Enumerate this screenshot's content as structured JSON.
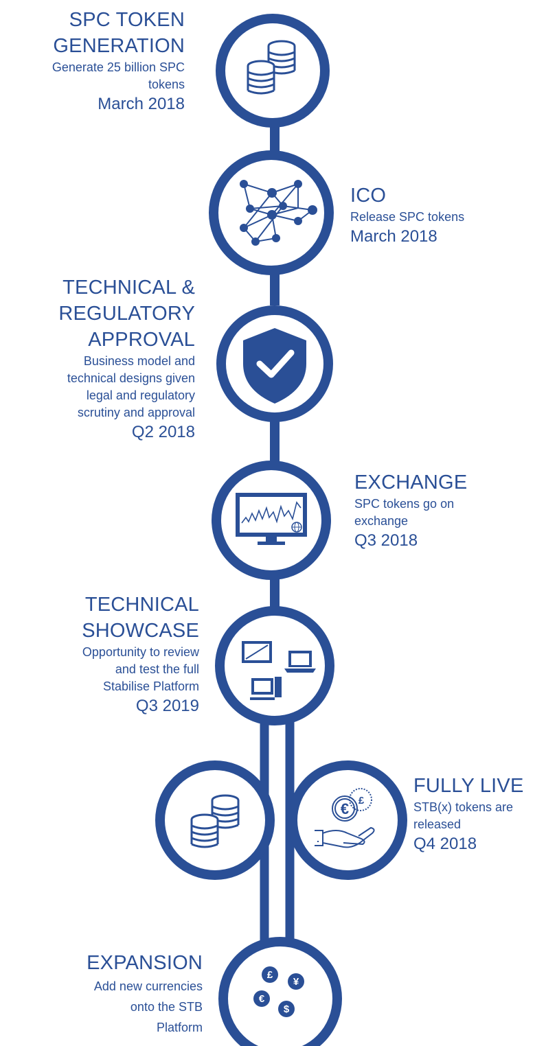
{
  "colors": {
    "accent": "#2a4f96",
    "text": "#2a4f96",
    "background": "#ffffff"
  },
  "milestones": [
    {
      "title": "SPC TOKEN\nGENERATION",
      "description": "Generate 25 billion SPC\ntokens",
      "date": "March 2018",
      "icon": "coin-stack-icon"
    },
    {
      "title": "ICO",
      "description": "Release SPC tokens",
      "date": "March 2018",
      "icon": "network-icon"
    },
    {
      "title": "TECHNICAL &\nREGULATORY\nAPPROVAL",
      "description": "Business model and\ntechnical designs given\nlegal and regulatory\nscrutiny and approval",
      "date": "Q2 2018",
      "icon": "shield-check-icon"
    },
    {
      "title": "EXCHANGE",
      "description": "SPC tokens go on\nexchange",
      "date": "Q3 2018",
      "icon": "monitor-chart-icon"
    },
    {
      "title": "TECHNICAL\nSHOWCASE",
      "description": "Opportunity to review\nand test the full\nStabilise Platform",
      "date": "Q3 2019",
      "icon": "devices-icon"
    },
    {
      "title": "",
      "description": "",
      "date": "",
      "icon": "coin-stack-icon"
    },
    {
      "title": "FULLY LIVE",
      "description": "STB(x) tokens are\nreleased",
      "date": "Q4 2018",
      "icon": "hand-coins-icon"
    },
    {
      "title": "EXPANSION",
      "description": "Add new currencies\nonto the STB\nPlatform",
      "date": "",
      "icon": "currencies-icon"
    }
  ],
  "currency_symbols": {
    "pound": "£",
    "yen": "¥",
    "euro": "€",
    "dollar": "$"
  }
}
